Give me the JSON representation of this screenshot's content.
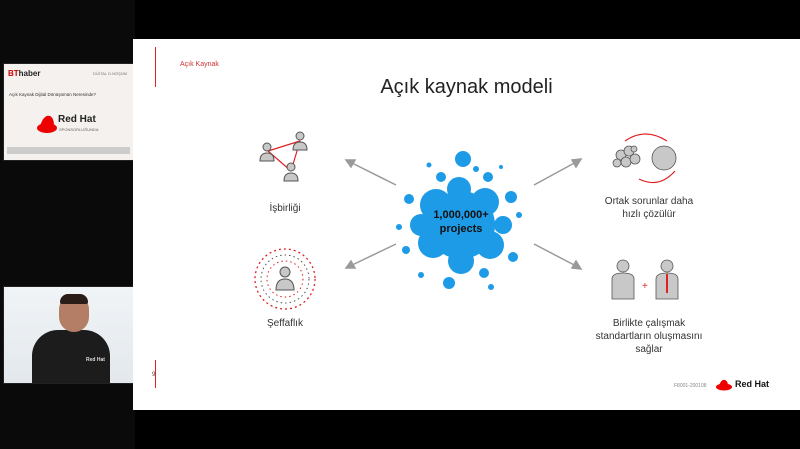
{
  "sidebar": {
    "thumbnail": {
      "brand_prefix": "BT",
      "brand_suffix": "haber",
      "tag": "DİJİTAL D.NÖŞÜM",
      "subtitle": "Açık Kaynak Dijital Dönüşümün Neresinde?",
      "company": "Red Hat",
      "company_sub": "SPONSORLUĞUNDA"
    },
    "webcam": {
      "shirt_logo": "Red Hat"
    }
  },
  "slide": {
    "section": "Açık Kaynak",
    "title": "Açık kaynak modeli",
    "center_text_line1": "1,000,000+",
    "center_text_line2": "projects",
    "items": {
      "collab": "İşbirliği",
      "transparency": "Şeffaflık",
      "solve_line1": "Ortak sorunlar daha",
      "solve_line2": "hızlı çözülür",
      "standards_line1": "Birlikte çalışmak",
      "standards_line2": "standartların oluşmasını",
      "standards_line3": "sağlar"
    },
    "page_number": "9",
    "footer_code": "F8001-200108",
    "footer_brand": "Red Hat"
  },
  "colors": {
    "accent_red": "#d81e1e",
    "bubble_blue": "#1e9be6"
  }
}
